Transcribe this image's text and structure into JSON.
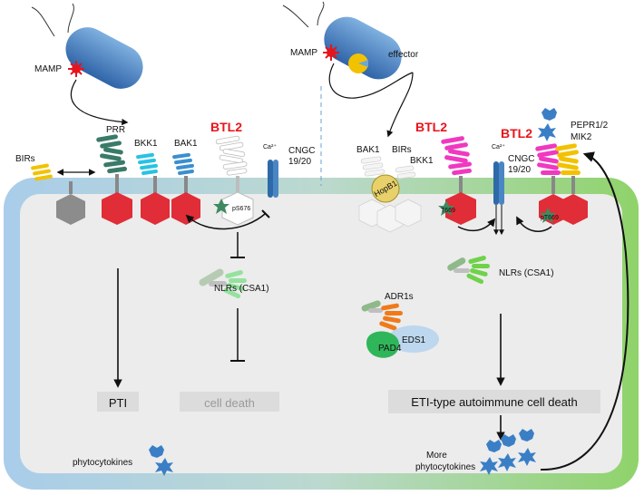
{
  "colors": {
    "membrane_left": "#9ec6e8",
    "membrane_right": "#8fd36a",
    "cytoplasm": "#ececec",
    "btl2_accent": "#e8141b",
    "bacterium": "#3f7fc6",
    "mamp": "#e8141b",
    "effector": "#f2c200",
    "box_fill": "#dedede"
  },
  "icons": [
    "bacterium-icon",
    "mamp-star-icon",
    "effector-icon",
    "receptor-icon",
    "kinase-hexagon-icon",
    "channel-icon",
    "phytocytokine-icon"
  ],
  "left": {
    "mamp": "MAMP",
    "prr": "PRR",
    "birs": "BIRs",
    "bkk1": "BKK1",
    "bak1": "BAK1",
    "btl2": "BTL2",
    "ca": "Ca²⁺",
    "cngc_line1": "CNGC",
    "cngc_line2": "19/20",
    "phospho": "pS676",
    "nlrs": "NLRs (CSA1)",
    "pti": "PTI",
    "cell_death": "cell death",
    "phytocytokines": "phytocytokines"
  },
  "right": {
    "mamp": "MAMP",
    "effector": "effector",
    "bak1": "BAK1",
    "birs": "BIRs",
    "bkk1": "BKK1",
    "hopb1": "HopB1",
    "btl2_a": "BTL2",
    "btl2_b": "BTL2",
    "ca": "Ca²⁺",
    "cngc_line1": "CNGC",
    "cngc_line2": "19/20",
    "phospho_a": "T669",
    "phospho_b": "pT669",
    "pepr_line1": "PEPR1/2",
    "pepr_line2": "MIK2",
    "nlrs": "NLRs (CSA1)",
    "adr1s": "ADR1s",
    "eds1": "EDS1",
    "pad4": "PAD4",
    "eti": "ETI-type autoimmune cell death",
    "more_line1": "More",
    "more_line2": "phytocytokines"
  }
}
